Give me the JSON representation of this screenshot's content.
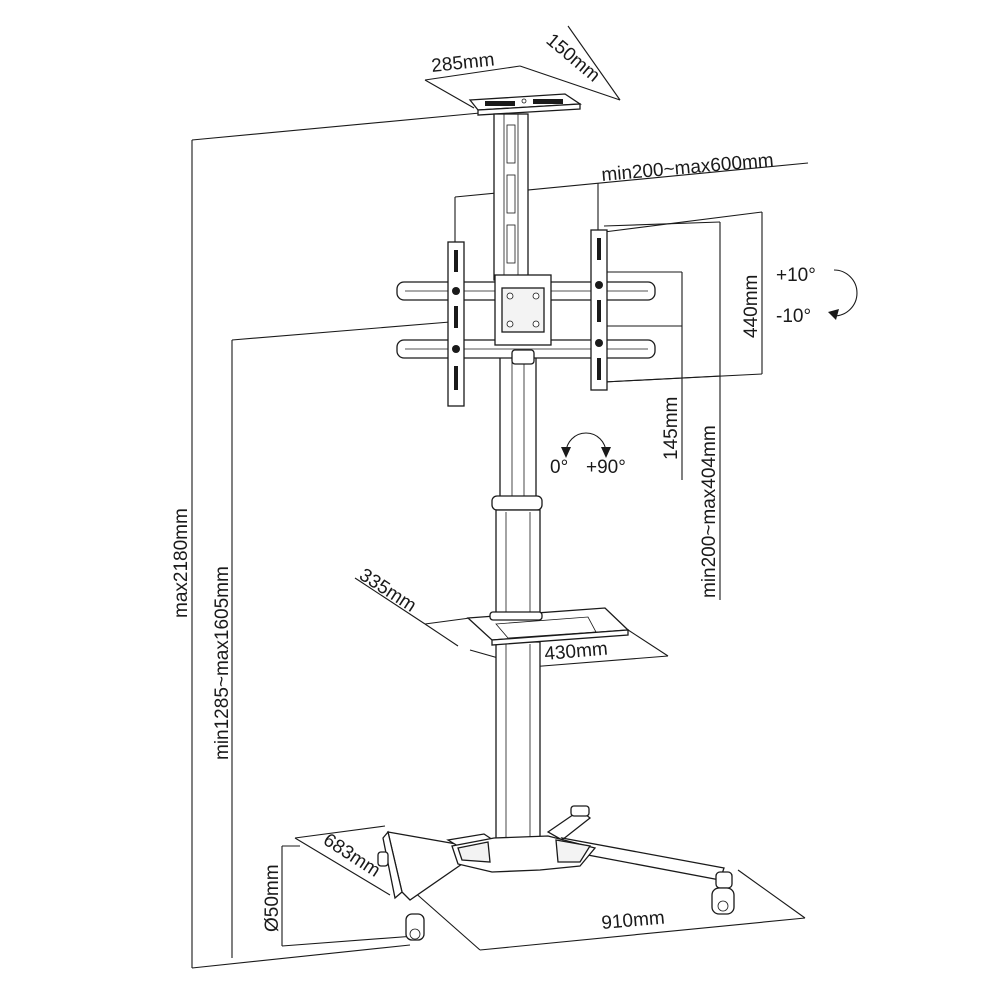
{
  "dimensions": {
    "top_tray_width": "285mm",
    "top_tray_depth": "150mm",
    "vesa_width": "min200~max600mm",
    "vesa_height": "440mm",
    "tilt_up": "+10°",
    "tilt_down": "-10°",
    "rotation_start": "0°",
    "rotation_end": "+90°",
    "bracket_offset": "145mm",
    "vesa_vertical": "min200~max404mm",
    "total_height": "max2180mm",
    "mount_height": "min1285~max1605mm",
    "shelf_depth": "335mm",
    "shelf_width": "430mm",
    "base_depth": "683mm",
    "caster_diameter": "Ø50mm",
    "base_width": "910mm"
  }
}
